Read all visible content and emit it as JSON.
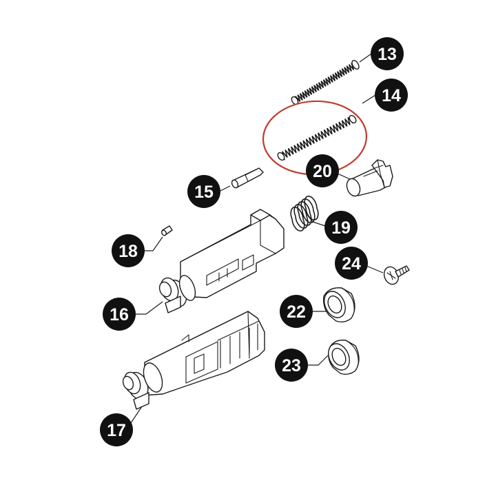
{
  "colors": {
    "highlight": "#c0392b",
    "ink": "#1a1a1a",
    "callout_fill": "#111111",
    "callout_text": "#ffffff",
    "background": "#ffffff"
  },
  "callouts": [
    {
      "id": "13",
      "label": "13"
    },
    {
      "id": "14",
      "label": "14"
    },
    {
      "id": "15",
      "label": "15"
    },
    {
      "id": "16",
      "label": "16"
    },
    {
      "id": "17",
      "label": "17"
    },
    {
      "id": "18",
      "label": "18"
    },
    {
      "id": "19",
      "label": "19"
    },
    {
      "id": "20",
      "label": "20"
    },
    {
      "id": "22",
      "label": "22"
    },
    {
      "id": "23",
      "label": "23"
    },
    {
      "id": "24",
      "label": "24"
    }
  ],
  "highlighted_part": "14"
}
